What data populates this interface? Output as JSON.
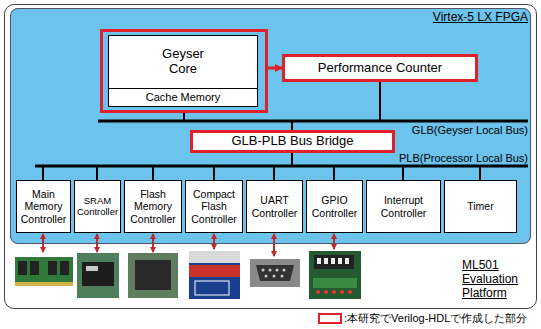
{
  "diagram": {
    "nodes": [
      {
        "text": [
          "ML501 Evaluation Platform"
        ]
      },
      {
        "text": [
          "Virtex-5 LX FPGA"
        ],
        "in": 0
      },
      {
        "text": [
          "Geyser Core"
        ],
        "in": 1
      },
      {
        "text": [
          "Cache Memory"
        ],
        "in": 2
      },
      {
        "text": [
          "Performance Counter"
        ],
        "in": 1
      },
      {
        "text": [
          "GLB-PLB Bus Bridge"
        ],
        "in": 1
      },
      {
        "text": [
          "Main Memory Controller"
        ],
        "in": 1
      },
      {
        "text": [
          "SRAM Controller"
        ],
        "in": 1
      },
      {
        "text": [
          "Flash Memory Controller"
        ],
        "in": 1
      },
      {
        "text": [
          "Compact Flash Controller"
        ],
        "in": 1
      },
      {
        "text": [
          "UART Controller"
        ],
        "in": 1
      },
      {
        "text": [
          "GPIO Controller"
        ],
        "in": 1
      },
      {
        "text": [
          "Interrupt Controller"
        ],
        "in": 1
      },
      {
        "text": [
          "Timer"
        ],
        "in": 1
      }
    ],
    "edges": [
      {
        "from": 2,
        "to": 4,
        "arrow": "to"
      }
    ],
    "labels": [
      "GLB(Geyser Local Bus)",
      "PLB(Processor Local Bus)"
    ],
    "legend": [
      {
        "text": ":本研究でVerilog-HDLで作成した部分"
      }
    ]
  }
}
